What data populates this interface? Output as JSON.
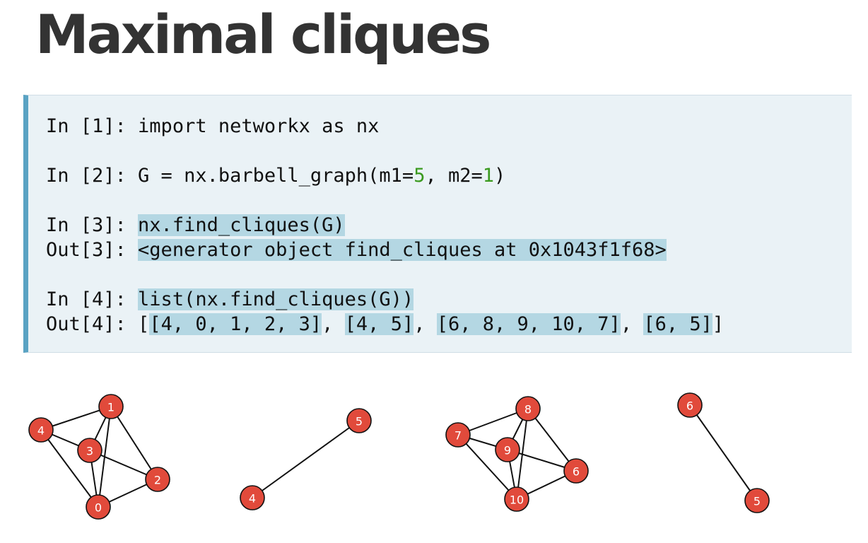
{
  "title": "Maximal cliques",
  "code": {
    "line1": {
      "prompt": "In [1]: ",
      "code": "import networkx as nx"
    },
    "line2": {
      "prompt": "In [2]: ",
      "code_pre": "G = nx.barbell_graph(m1=",
      "m1": "5",
      "code_mid": ", m2=",
      "m2": "1",
      "code_post": ")"
    },
    "line3": {
      "prompt": "In [3]: ",
      "code": "nx.find_cliques(G)"
    },
    "line4": {
      "prompt": "Out[3]: ",
      "output": "<generator object find_cliques at 0x1043f1f68>"
    },
    "line5": {
      "prompt": "In [4]: ",
      "code": "list(nx.find_cliques(G))"
    },
    "line6": {
      "prompt": "Out[4]: ",
      "open": "[",
      "cliques": [
        "[4, 0, 1, 2, 3]",
        "[4, 5]",
        "[6, 8, 9, 10, 7]",
        "[6, 5]"
      ],
      "sep": ", ",
      "close": "]"
    }
  },
  "node_color": "#e14a3b",
  "graphs": [
    {
      "nodes": [
        "0",
        "1",
        "2",
        "3",
        "4"
      ],
      "edges": [
        [
          "4",
          "1"
        ],
        [
          "4",
          "3"
        ],
        [
          "4",
          "0"
        ],
        [
          "1",
          "3"
        ],
        [
          "1",
          "2"
        ],
        [
          "1",
          "0"
        ],
        [
          "3",
          "2"
        ],
        [
          "3",
          "0"
        ],
        [
          "2",
          "0"
        ]
      ]
    },
    {
      "nodes": [
        "4",
        "5"
      ],
      "edges": [
        [
          "4",
          "5"
        ]
      ]
    },
    {
      "nodes": [
        "6",
        "7",
        "8",
        "9",
        "10"
      ],
      "edges": [
        [
          "7",
          "8"
        ],
        [
          "7",
          "9"
        ],
        [
          "7",
          "10"
        ],
        [
          "8",
          "9"
        ],
        [
          "8",
          "6"
        ],
        [
          "8",
          "10"
        ],
        [
          "9",
          "6"
        ],
        [
          "9",
          "10"
        ],
        [
          "6",
          "10"
        ]
      ]
    },
    {
      "nodes": [
        "5",
        "6"
      ],
      "edges": [
        [
          "6",
          "5"
        ]
      ]
    }
  ]
}
